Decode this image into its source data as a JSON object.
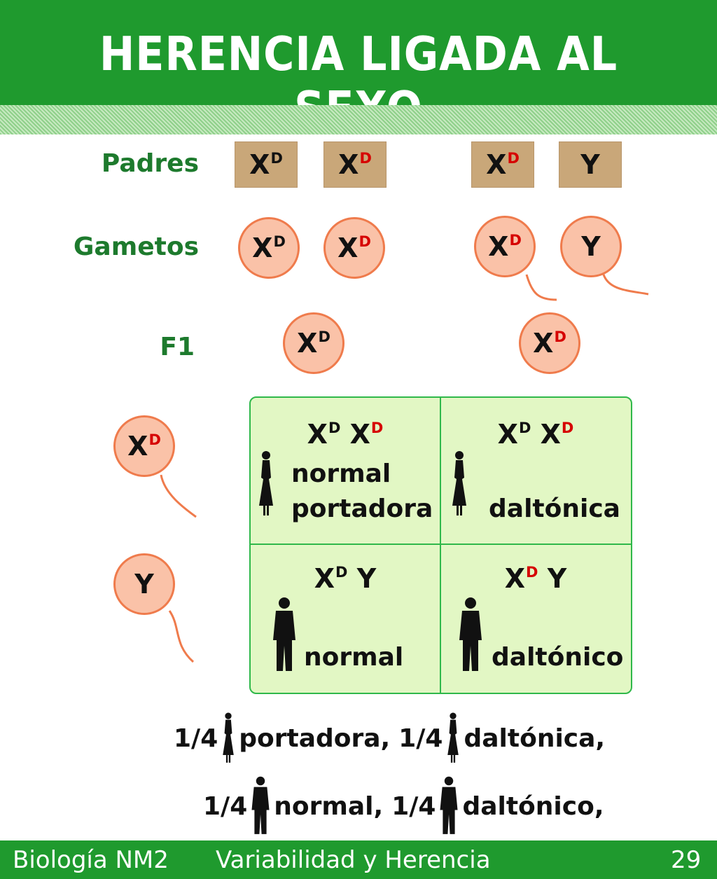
{
  "header": {
    "title": "HERENCIA LIGADA AL SEXO"
  },
  "labels": {
    "padres": "Padres",
    "gametos": "Gametos",
    "f1": "F1"
  },
  "allele_base": {
    "X": "X",
    "Y": "Y",
    "D": "D"
  },
  "punnett": {
    "cell_tl": {
      "line1": "normal",
      "line2": "portadora"
    },
    "cell_tr": {
      "line1": "daltónica"
    },
    "cell_bl": {
      "line1": "normal"
    },
    "cell_br": {
      "line1": "daltónico"
    }
  },
  "summary": {
    "frac": "1/4",
    "portadora": "portadora,",
    "daltonica": "daltónica,",
    "normal": "normal,",
    "daltonico": "daltónico,"
  },
  "footer": {
    "course": "Biología NM2",
    "unit": "Variabilidad y Herencia",
    "page": "29"
  },
  "colors": {
    "header_green": "#1f9a2e",
    "label_green": "#1d7a2d",
    "recessive_allele": "#d60000",
    "cell_fill": "#e2f7c4",
    "gamete_fill": "#fac2a8",
    "parent_box": "#c9a779"
  },
  "icons": [
    "female-figure-icon",
    "male-figure-icon",
    "sperm-tail-icon"
  ]
}
